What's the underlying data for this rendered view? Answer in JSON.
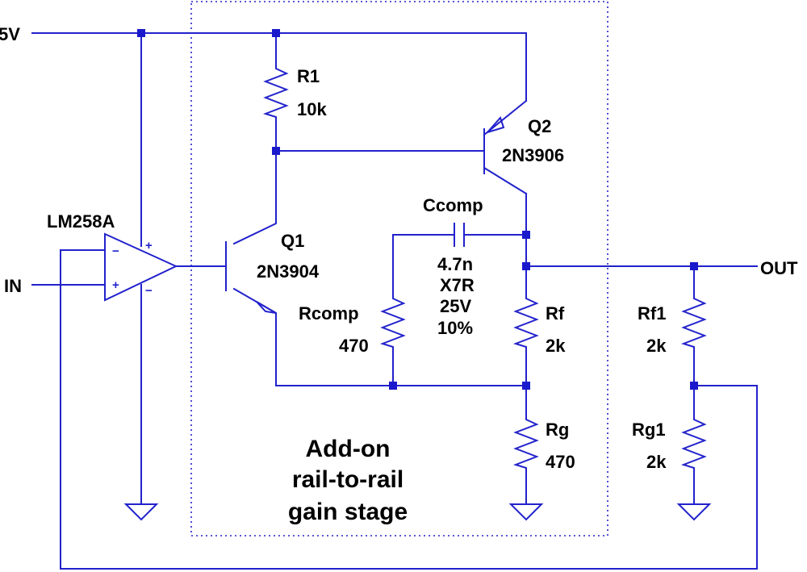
{
  "colors": {
    "wire": "#2222cc",
    "junction": "#1a1acc",
    "text": "#000000"
  },
  "nets": {
    "supply": "5V",
    "input": "IN",
    "output": "OUT"
  },
  "opamp": {
    "name": "LM258A",
    "plus": "+",
    "minus": "−"
  },
  "q1": {
    "name": "Q1",
    "part": "2N3904"
  },
  "q2": {
    "name": "Q2",
    "part": "2N3906"
  },
  "r1": {
    "name": "R1",
    "value": "10k"
  },
  "ccomp": {
    "name": "Ccomp",
    "value": "4.7n",
    "dielectric": "X7R",
    "voltage": "25V",
    "tolerance": "10%"
  },
  "rcomp": {
    "name": "Rcomp",
    "value": "470"
  },
  "rf": {
    "name": "Rf",
    "value": "2k"
  },
  "rg": {
    "name": "Rg",
    "value": "470"
  },
  "rf1": {
    "name": "Rf1",
    "value": "2k"
  },
  "rg1": {
    "name": "Rg1",
    "value": "2k"
  },
  "stage_label": {
    "line1": "Add-on",
    "line2": "rail-to-rail",
    "line3": "gain stage"
  }
}
